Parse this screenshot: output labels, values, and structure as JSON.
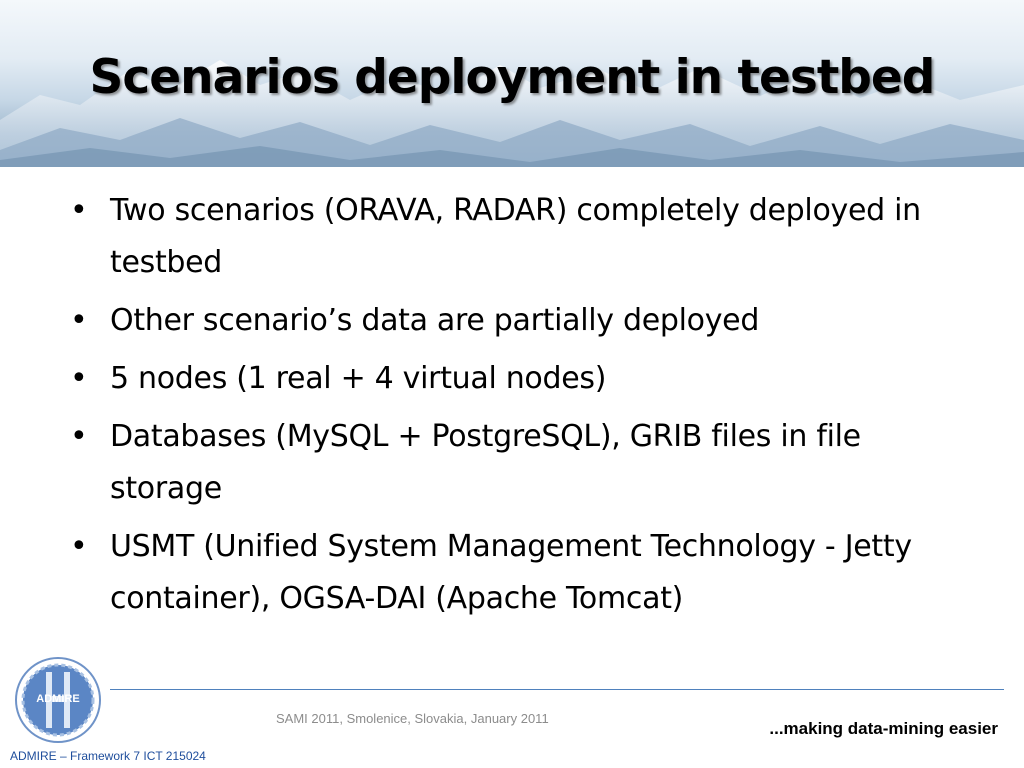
{
  "slide": {
    "title": "Scenarios deployment in testbed",
    "bullets": [
      {
        "text": "Two scenarios (ORAVA, RADAR) completely deployed in testbed"
      },
      {
        "text": "Other scenario’s data are partially deployed"
      },
      {
        "text": "5 nodes (1 real + 4 virtual nodes)"
      },
      {
        "text": "Databases (MySQL + PostgreSQL), GRIB files in file storage"
      },
      {
        "text": "USMT (Unified System Management Technology - Jetty container), OGSA-DAI (Apache Tomcat)"
      }
    ],
    "bullet_glyph": "•"
  },
  "footer": {
    "event": "SAMI 2011, Smolenice, Slovakia, January 2011",
    "tagline": "...making data-mining easier",
    "project": "ADMIRE – Framework 7 ICT 215024",
    "logo_text": "ADMIRE"
  },
  "colors": {
    "footer_line": "#4f81bd",
    "project_text": "#1f4e9c"
  }
}
